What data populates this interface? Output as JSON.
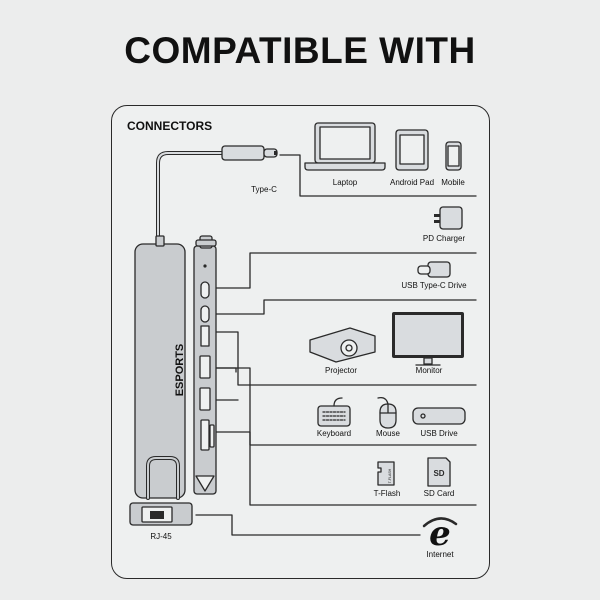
{
  "title": "COMPATIBLE WITH",
  "section_title": "CONNECTORS",
  "brand": "ESPORTS",
  "labels": {
    "type_c": "Type-C",
    "laptop": "Laptop",
    "android_pad": "Android Pad",
    "mobile": "Mobile",
    "pd_charger": "PD Charger",
    "usb_type_c_drive": "USB Type-C Drive",
    "projector": "Projector",
    "monitor": "Monitor",
    "keyboard": "Keyboard",
    "mouse": "Mouse",
    "usb_drive": "USB Drive",
    "t_flash": "T-Flash",
    "sd_card": "SD Card",
    "rj45": "RJ-45",
    "internet": "Internet"
  },
  "icon_text": {
    "sd": "SD",
    "t_flash_chip": "T-FLASH"
  },
  "colors": {
    "background": "#eceded",
    "panel": "#eef0f0",
    "device": "#c9cccf",
    "line": "#2a2a2a"
  }
}
